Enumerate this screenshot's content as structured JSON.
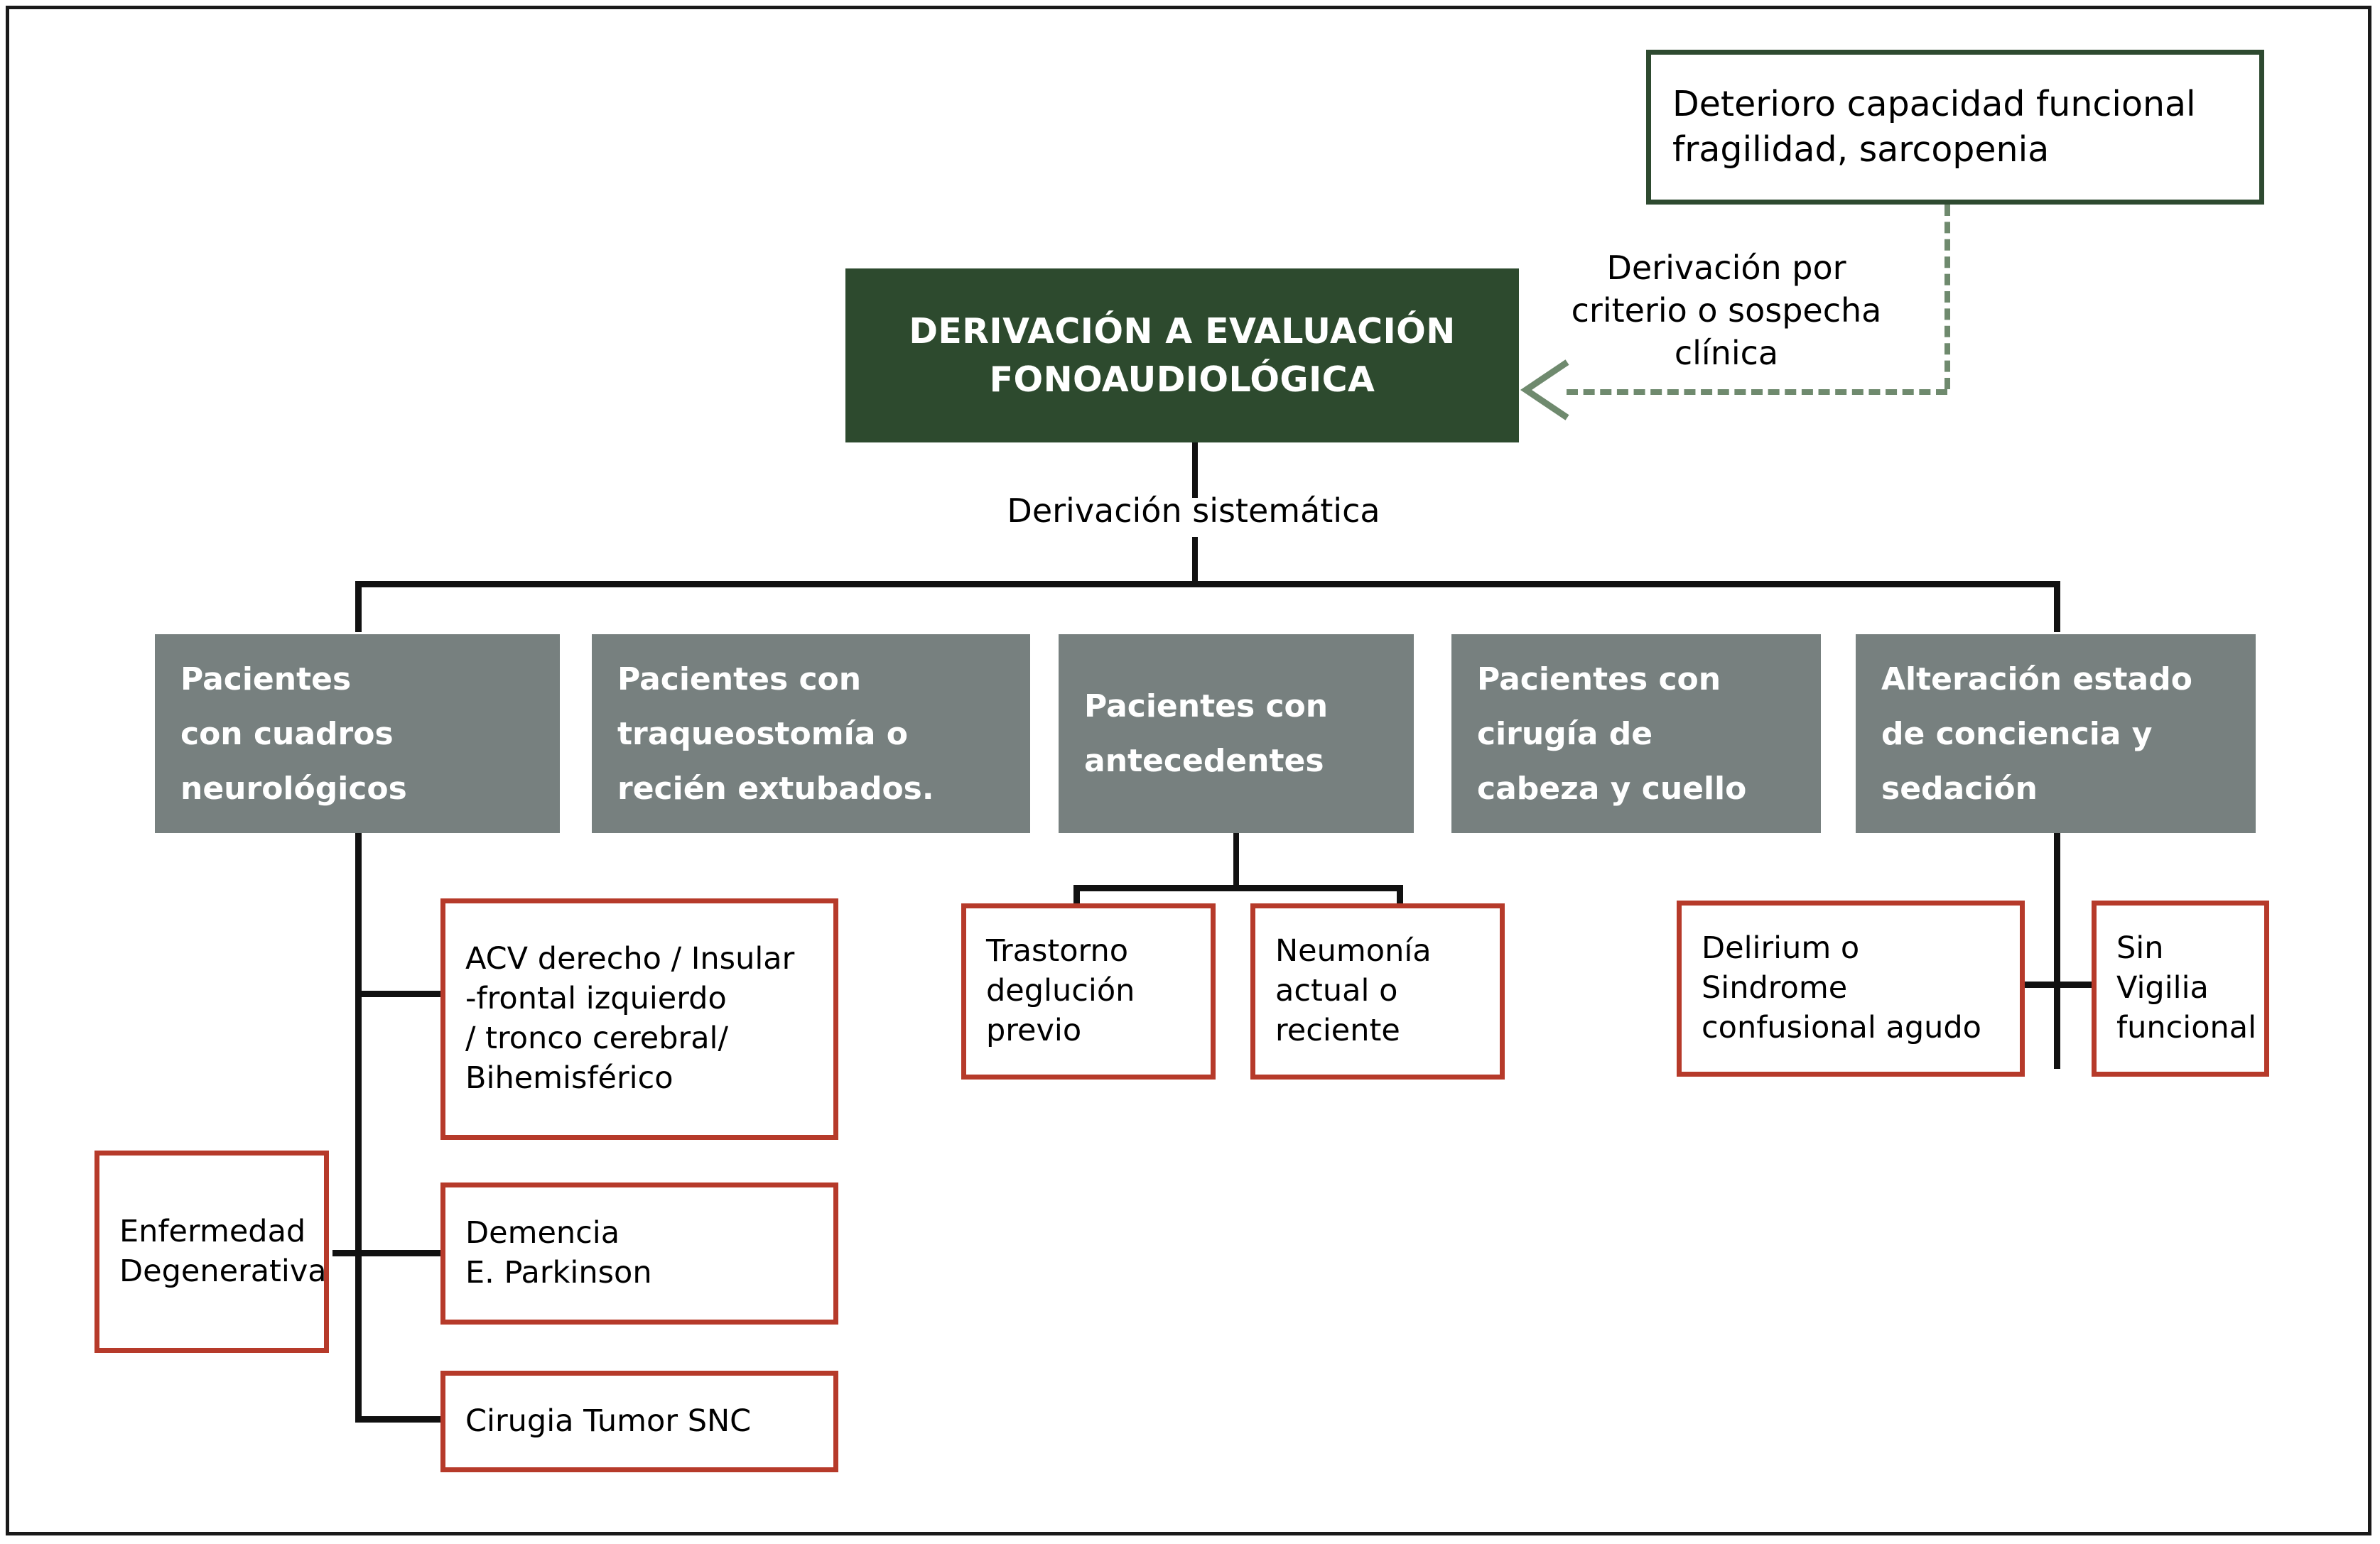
{
  "diagram": {
    "title_box": {
      "label": "DERIVACIÓN A EVALUACIÓN FONOAUDIOLÓGICA",
      "line1": "DERIVACIÓN A EVALUACIÓN",
      "line2": "FONOAUDIOLÓGICA",
      "color": "#2d4a2e",
      "text_color": "#ffffff"
    },
    "trigger_box": {
      "line1": "Deterioro capacidad funcional",
      "line2": "fragilidad, sarcopenia",
      "border_color": "#2e4a30"
    },
    "edge_labels": {
      "criterio_line1": "Derivación por",
      "criterio_line2": "criterio o sospecha",
      "criterio_line3": "clínica",
      "sistematica": "Derivación sistemática"
    },
    "categories": [
      {
        "id": "neurologicos",
        "line1": "Pacientes",
        "line2": "con cuadros",
        "line3": "neurológicos"
      },
      {
        "id": "traqueostomia",
        "line1": "Pacientes con",
        "line2": "traqueostomía o",
        "line3": "recién extubados."
      },
      {
        "id": "antecedentes",
        "line1": "Pacientes con",
        "line2": "antecedentes",
        "line3": ""
      },
      {
        "id": "cirugia-cabeza-cuello",
        "line1": "Pacientes con",
        "line2": "cirugía de",
        "line3": "cabeza y cuello"
      },
      {
        "id": "alteracion-conciencia",
        "line1": "Alteración estado",
        "line2": "de conciencia y",
        "line3": "sedación"
      }
    ],
    "details": {
      "acv": {
        "line1": "ACV derecho / Insular",
        "line2": "-frontal izquierdo",
        "line3": "/ tronco cerebral/",
        "line4": "Bihemisférico"
      },
      "enfermedad_degenerativa": {
        "line1": "Enfermedad",
        "line2": "Degenerativa"
      },
      "demencia": {
        "line1": "Demencia",
        "line2": "E. Parkinson"
      },
      "cirugia_tumor": {
        "line1": "Cirugia Tumor SNC"
      },
      "trastorno_deglucion": {
        "line1": "Trastorno",
        "line2": "deglución",
        "line3": "previo"
      },
      "neumonia": {
        "line1": "Neumonía",
        "line2": "actual o",
        "line3": "reciente"
      },
      "delirium": {
        "line1": "Delirium  o",
        "line2": "Sindrome",
        "line3": "confusional agudo"
      },
      "sin_vigilia": {
        "line1": "Sin",
        "line2": "Vigilia",
        "line3": "funcional"
      }
    },
    "colors": {
      "green_dark": "#2d4a2e",
      "green_dashed": "#6f8a6e",
      "gray": "#77807f",
      "red": "#b63a2a",
      "black": "#111111",
      "white": "#ffffff"
    }
  }
}
